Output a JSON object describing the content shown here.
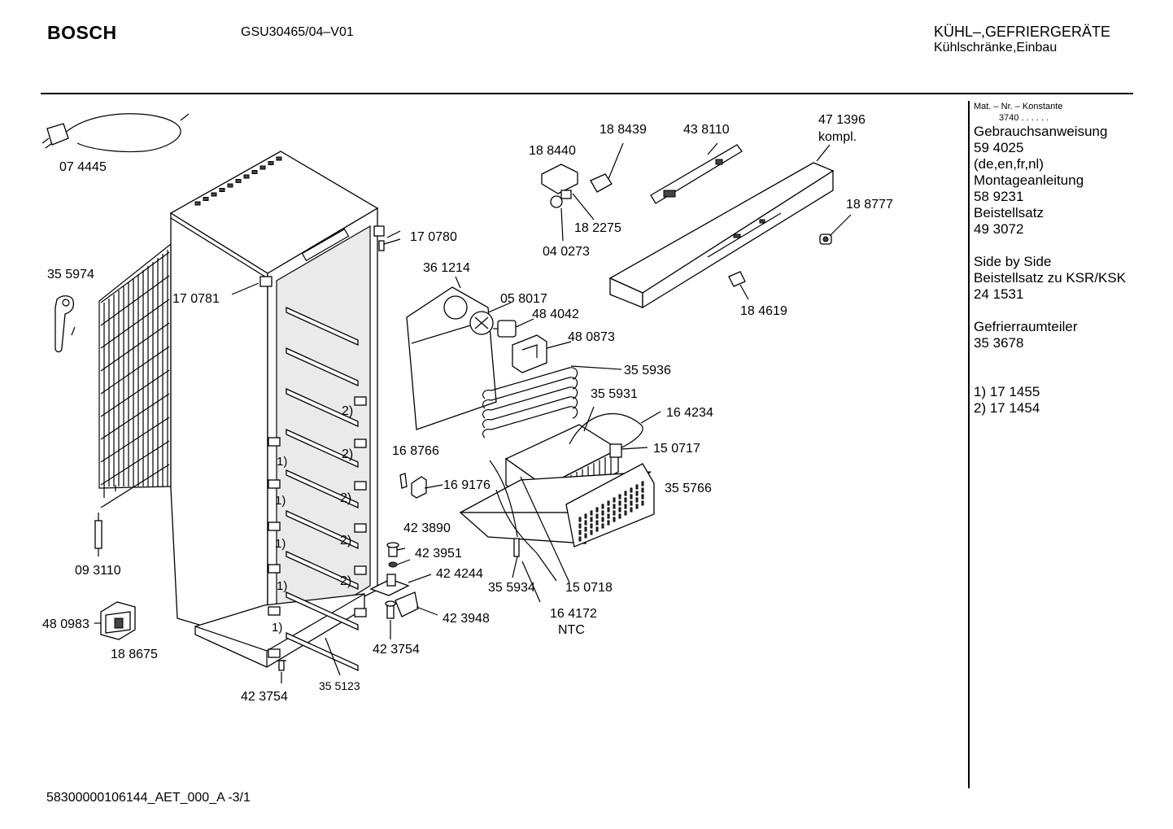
{
  "header": {
    "brand": "BOSCH",
    "model": "GSU30465/04–V01",
    "category_line1": "KÜHL–,GEFRIERGERÄTE",
    "category_line2": "Kühlschränke,Einbau"
  },
  "sidebar": {
    "mat_label": "Mat. – Nr. – Konstante",
    "mat_value": "3740 . . . . . .",
    "lines": [
      "Gebrauchsanweisung",
      "59 4025",
      "(de,en,fr,nl)",
      "Montageanleitung",
      "58 9231",
      "Beistellsatz",
      "49 3072",
      "",
      "Side by Side",
      "Beistellsatz zu KSR/KSK",
      "24 1531",
      "",
      "Gefrierraumteiler",
      "35 3678",
      "",
      "",
      "1) 17 1455",
      "2) 17 1454"
    ]
  },
  "parts": {
    "p074445": "07 4445",
    "p355974": "35 5974",
    "p093110": "09 3110",
    "p480983": "48 0983",
    "p188675": "18 8675",
    "p423754a": "42 3754",
    "p355123": "35 5123",
    "p170781": "17 0781",
    "p170780": "17 0780",
    "p361214": "36 1214",
    "p058017": "05 8017",
    "p484042": "48 4042",
    "p480873": "48 0873",
    "p355936": "35 5936",
    "p355931": "35 5931",
    "p164234": "16 4234",
    "p150717": "15 0717",
    "p355766": "35 5766",
    "p168766": "16 8766",
    "p169176": "16 9176",
    "p423890": "42 3890",
    "p423951": "42 3951",
    "p424244": "42 4244",
    "p423948": "42 3948",
    "p423754b": "42 3754",
    "p355934": "35 5934",
    "p150718": "15 0718",
    "p164172": "16 4172",
    "ntc": "NTC",
    "p188440": "18 8440",
    "p188439": "18 8439",
    "p438110": "43 8110",
    "p471396": "47 1396",
    "kompl": "kompl.",
    "p188777": "18 8777",
    "p182275": "18 2275",
    "p040273": "04 0273",
    "p184619": "18 4619",
    "m2a": "2)",
    "m2b": "2)",
    "m2c": "2)",
    "m2d": "2)",
    "m2e": "2)",
    "m1a": "1)",
    "m1b": "1)",
    "m1c": "1)",
    "m1d": "1)",
    "m1e": "1)"
  },
  "footer": {
    "code": "58300000106144_AET_000_A  -3/1"
  }
}
